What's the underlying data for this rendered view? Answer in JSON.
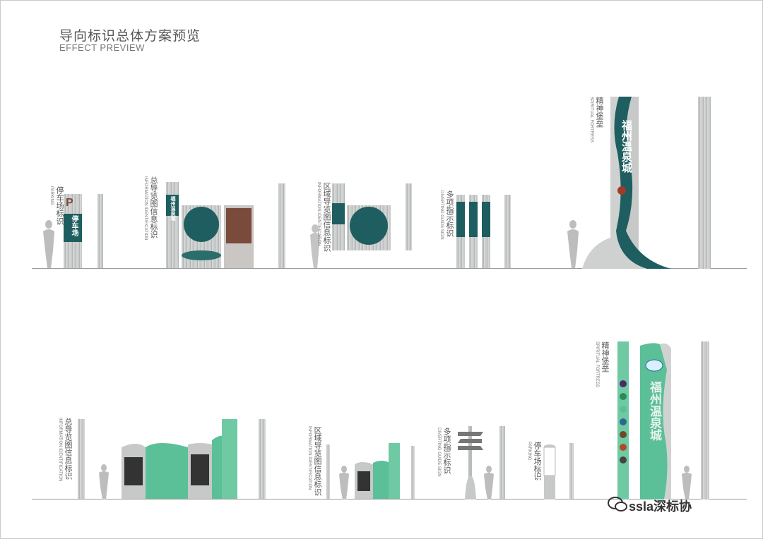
{
  "header": {
    "title_cn": "导向标识总体方案预览",
    "title_en": "EFFECT PREVIEW"
  },
  "top_row": {
    "parking": {
      "cn": "停车场标识",
      "en": "PARKING",
      "sign_text": "停车场",
      "letter": "P"
    },
    "info_general": {
      "cn": "总导览图信息标识",
      "en": "INFORMATION IDENTIFICATION",
      "panel_text": "福州温泉城"
    },
    "info_area": {
      "cn": "区域导览图信息标识",
      "en": "INFORMATION IDENTIFICATION"
    },
    "directional": {
      "cn": "多项指示标识",
      "en": "DIVERTING GUIDE SIGN"
    },
    "fortress": {
      "cn": "精神堡垒",
      "en": "SPIRITUAL FORTRESS",
      "sign_text": "福州温泉城"
    }
  },
  "bottom_row": {
    "info_general": {
      "cn": "总导览图信息标识",
      "en": "INFORMATION IDENTIFICATION"
    },
    "info_area": {
      "cn": "区域导览图信息标识",
      "en": "INFORMATION IDENTIFICATION"
    },
    "directional": {
      "cn": "多项指示标识",
      "en": "DIVERTING GUIDE SIGN"
    },
    "parking": {
      "cn": "停车场标识",
      "en": "PARKING"
    },
    "fortress": {
      "cn": "精神堡垒",
      "en": "SPIRITUAL FORTRESS",
      "sign_text": "福州温泉城"
    }
  },
  "watermark": {
    "text": "ssla深标协"
  },
  "colors": {
    "teal": "#1f5e60",
    "stone": "#c4c6c6",
    "green": "#5bbf98",
    "brown": "#7a4a3a"
  }
}
